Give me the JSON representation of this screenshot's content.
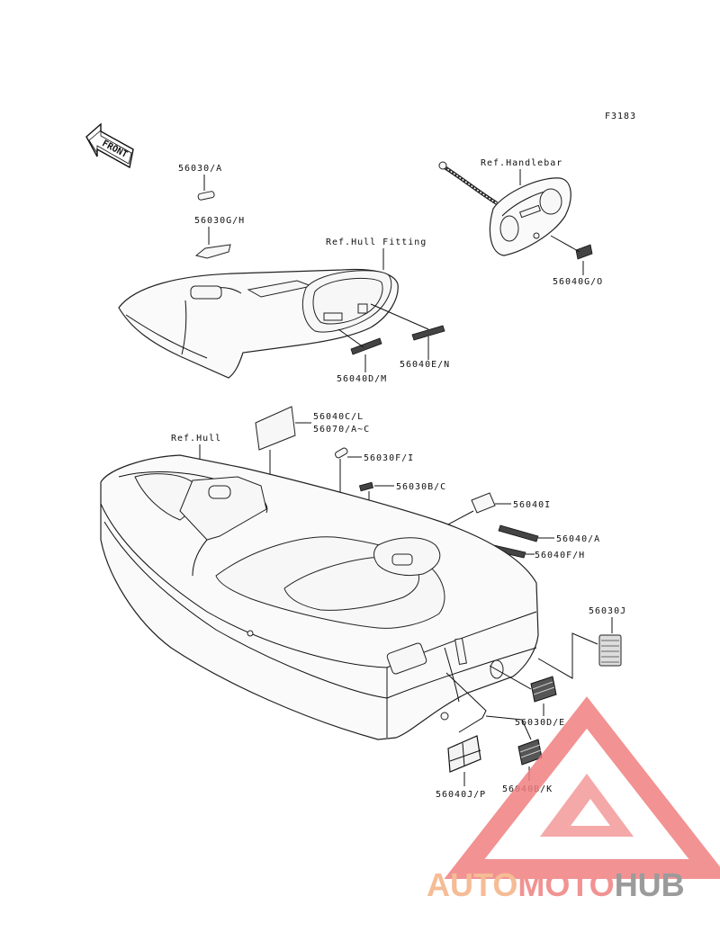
{
  "figure_code": "F3183",
  "front_label": "FRONT",
  "labels": {
    "p56030A": "56030/A",
    "p56030GH": "56030G/H",
    "refHullFitting": "Ref.Hull Fitting",
    "refHandlebar": "Ref.Handlebar",
    "p56040GO": "56040G/O",
    "p56040EN": "56040E/N",
    "p56040DM": "56040D/M",
    "p56040CL": "56040C/L",
    "p56070AC": "56070/A~C",
    "refHull": "Ref.Hull",
    "p56030FI": "56030F/I",
    "p56030BC": "56030B/C",
    "p56040I": "56040I",
    "p56040A": "56040/A",
    "p56040FH": "56040F/H",
    "p56030J": "56030J",
    "p56030DE": "56030D/E",
    "p56040JP": "56040J/P",
    "p56040BK": "56040B/K"
  },
  "watermark": {
    "part1": "AUTO",
    "part2": "MOTO",
    "part3": "HUB",
    "color1": "#f4b183",
    "color2": "#f08080",
    "color3": "#8a8a8a"
  }
}
